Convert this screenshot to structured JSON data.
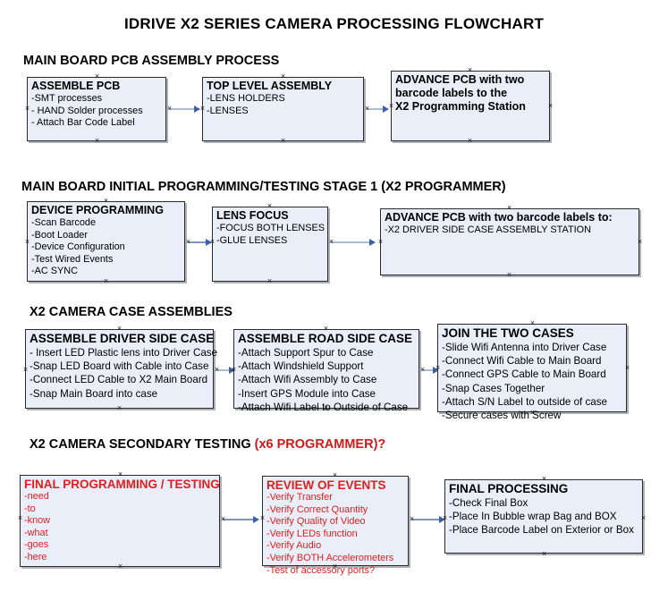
{
  "document": {
    "title": "IDRIVE X2  SERIES CAMERA PROCESSING FLOWCHART"
  },
  "sections": [
    {
      "id": "main-board-pcb-assembly",
      "heading": "MAIN BOARD PCB ASSEMBLY PROCESS",
      "heading_suffix": "",
      "boxes": [
        {
          "id": "assemble-pcb",
          "header": "ASSEMBLE PCB",
          "items": [
            "-SMT processes",
            "- HAND Solder processes",
            "- Attach Bar Code Label"
          ]
        },
        {
          "id": "top-level-assembly",
          "header": "TOP LEVEL ASSEMBLY",
          "items": [
            "-LENS HOLDERS",
            "-LENSES"
          ]
        },
        {
          "id": "advance-pcb-programming-station",
          "header": "ADVANCE PCB with two",
          "items": [
            "barcode labels to the",
            " X2 Programming Station"
          ]
        }
      ]
    },
    {
      "id": "initial-programming-testing",
      "heading": "MAIN BOARD INITIAL PROGRAMMING/TESTING STAGE 1 (X2 PROGRAMMER)",
      "boxes": [
        {
          "id": "device-programming",
          "header": "DEVICE PROGRAMMING",
          "items": [
            "-Scan Barcode",
            "-Boot Loader",
            "-Device Configuration",
            "-Test Wired Events",
            "-AC SYNC"
          ]
        },
        {
          "id": "lens-focus",
          "header": "LENS FOCUS",
          "items": [
            "-FOCUS BOTH LENSES",
            "-GLUE LENSES"
          ]
        },
        {
          "id": "advance-pcb-driver-side",
          "header": "ADVANCE PCB with two barcode labels to:",
          "items": [
            "-X2 DRIVER  SIDE  CASE  ASSEMBLY STATION"
          ]
        }
      ]
    },
    {
      "id": "camera-case-assemblies",
      "heading": "X2 CAMERA CASE ASSEMBLIES",
      "boxes": [
        {
          "id": "assemble-driver-side-case",
          "header": "ASSEMBLE DRIVER SIDE CASE",
          "items": [
            "- Insert LED Plastic lens into Driver Case",
            "-Snap LED Board with Cable into Case",
            "-Connect LED Cable to X2 Main Board",
            "-Snap Main Board into case"
          ]
        },
        {
          "id": "assemble-road-side-case",
          "header": "ASSEMBLE ROAD SIDE CASE",
          "items": [
            "-Attach Support Spur to Case",
            "-Attach Windshield Support",
            "-Attach Wifi Assembly to Case",
            "-Insert GPS Module into Case",
            "-Attach Wifi Label to Outside of Case"
          ]
        },
        {
          "id": "join-the-two-cases",
          "header": "JOIN THE TWO CASES",
          "items": [
            "-Slide Wifi Antenna into Driver Case",
            "-Connect Wifi Cable to Main Board",
            "-Connect GPS Cable to Main Board",
            "-Snap Cases Together",
            "-Attach S/N Label to outside of case",
            "-Secure cases with Screw"
          ]
        }
      ]
    },
    {
      "id": "secondary-testing",
      "heading": "X2 CAMERA SECONDARY TESTING ",
      "heading_suffix": "(x6 PROGRAMMER)?",
      "boxes": [
        {
          "id": "final-programming-testing",
          "header": "FINAL PROGRAMMING / TESTING",
          "items": [
            "-need",
            "-to",
            "-know",
            "-what",
            "-goes",
            "-here"
          ]
        },
        {
          "id": "review-of-events",
          "header": "REVIEW OF EVENTS",
          "items": [
            "-Verify Transfer",
            "-Verify Correct Quantity",
            "-Verify Quality of Video",
            "-Verify LEDs function",
            "-Verify Audio",
            "-Verify BOTH Accelerometers",
            "-Test of accessory ports?"
          ]
        },
        {
          "id": "final-processing",
          "header": "FINAL PROCESSING",
          "items": [
            " -Check Final Box",
            "-Place In Bubble wrap Bag and BOX",
            "-Place Barcode Label on Exterior or Box"
          ]
        }
      ]
    }
  ],
  "colors": {
    "box_fill": "#e9eef8",
    "box_border": "#2b2b2b",
    "connector": "#a8bdd4",
    "arrowhead": "#3b5faa",
    "red_text": "#e02020",
    "accent_question": "#d01a1a"
  }
}
